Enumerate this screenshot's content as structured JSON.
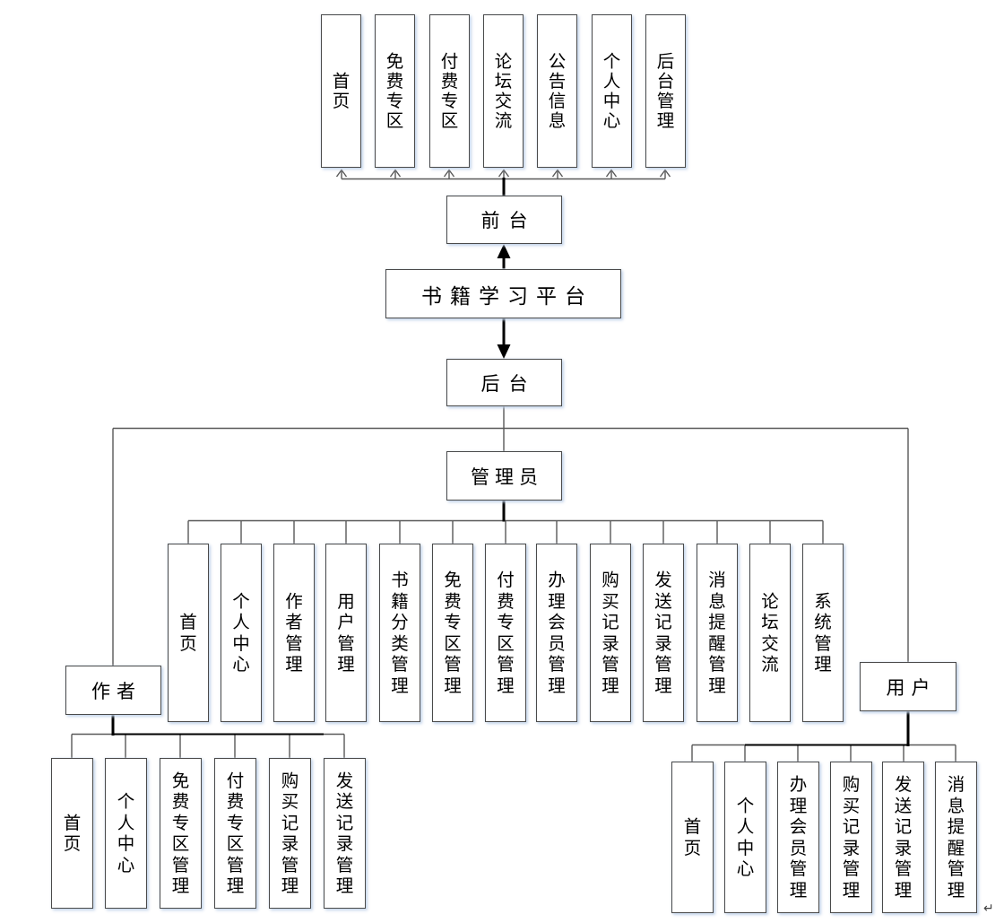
{
  "diagram": {
    "root": {
      "label": "书籍学习平台"
    },
    "frontend": {
      "label": "前台",
      "items": [
        "首页",
        "免费专区",
        "付费专区",
        "论坛交流",
        "公告信息",
        "个人中心",
        "后台管理"
      ]
    },
    "backend": {
      "label": "后台"
    },
    "admin": {
      "label": "管理员",
      "items": [
        "首页",
        "个人中心",
        "作者管理",
        "用户管理",
        "书籍分类管理",
        "免费专区管理",
        "付费专区管理",
        "办理会员管理",
        "购买记录管理",
        "发送记录管理",
        "消息提醒管理",
        "论坛交流",
        "系统管理"
      ]
    },
    "author": {
      "label": "作者",
      "items": [
        "首页",
        "个人中心",
        "免费专区管理",
        "付费专区管理",
        "购买记录管理",
        "发送记录管理"
      ]
    },
    "user": {
      "label": "用户",
      "items": [
        "首页",
        "个人中心",
        "办理会员管理",
        "购买记录管理",
        "发送记录管理",
        "消息提醒管理"
      ]
    },
    "artifacts": {
      "return_mark": "↵"
    },
    "colors": {
      "box_border": "#4a4a4a",
      "thin_line": "#595959",
      "thick_line": "#000000",
      "glow": "#dbe5f1",
      "text": "#000000",
      "background": "#ffffff"
    }
  }
}
